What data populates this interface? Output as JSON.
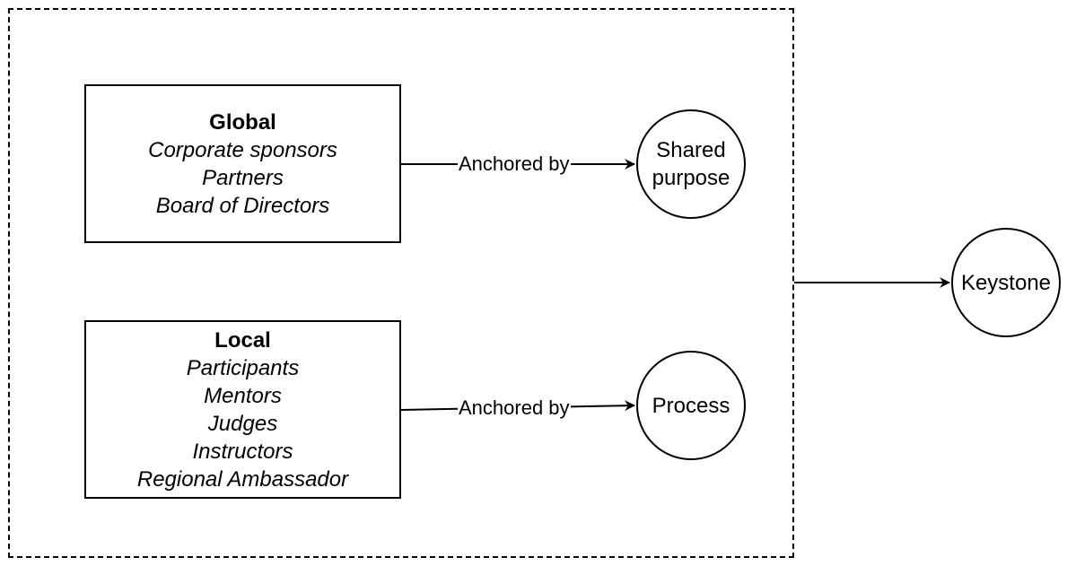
{
  "global": {
    "title": "Global",
    "items": [
      "Corporate sponsors",
      "Partners",
      "Board of Directors"
    ]
  },
  "local": {
    "title": "Local",
    "items": [
      "Participants",
      "Mentors",
      "Judges",
      "Instructors",
      "Regional Ambassador"
    ]
  },
  "nodes": {
    "shared_purpose": "Shared\npurpose",
    "process": "Process",
    "keystone": "Keystone"
  },
  "edges": {
    "global_to_shared": "Anchored by",
    "local_to_process": "Anchored by"
  }
}
